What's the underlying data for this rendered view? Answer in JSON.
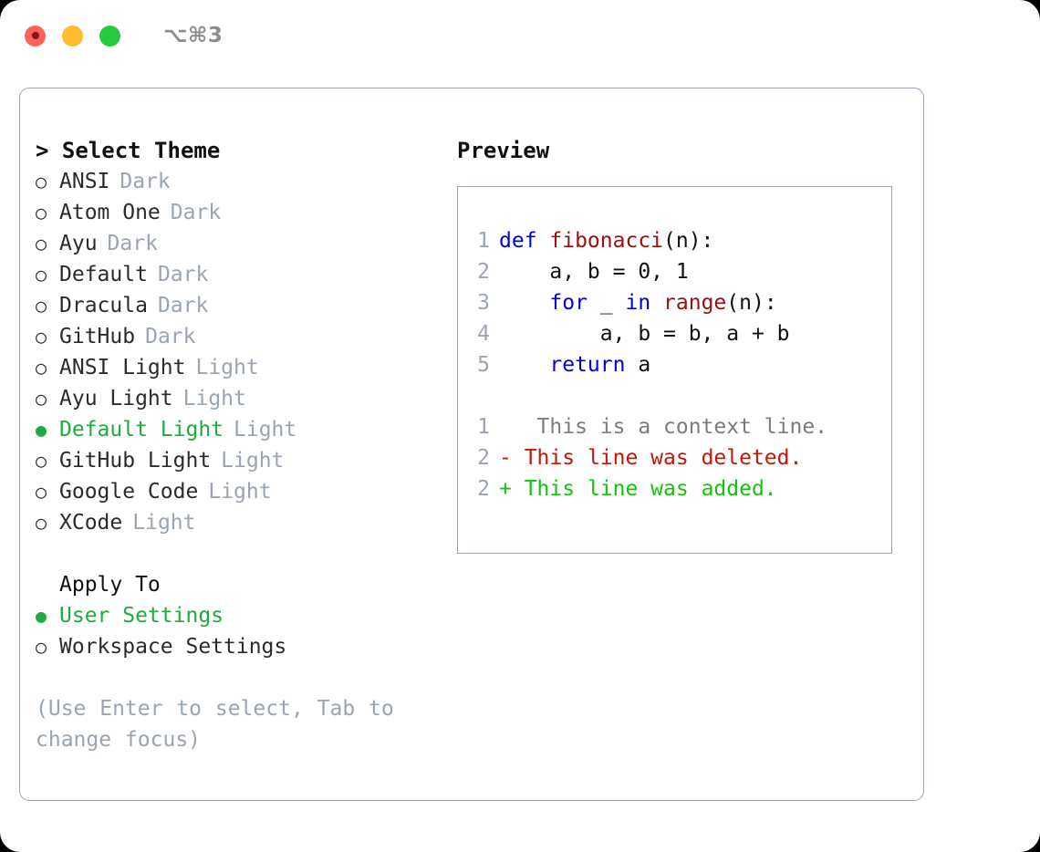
{
  "window": {
    "shortcut_label": "⌥⌘3",
    "traffic_lights": [
      {
        "name": "close",
        "color": "#ff6059"
      },
      {
        "name": "minimize",
        "color": "#ffbd2e"
      },
      {
        "name": "zoom",
        "color": "#27c93f"
      }
    ]
  },
  "colors": {
    "accent_green": "#1fab3f",
    "muted_gray": "#9aa5b1",
    "keyword_blue": "#0000dd",
    "function_red": "#9b0f0f",
    "diff_delete": "#c21807",
    "diff_add": "#12c40a",
    "border": "#9aa5b1"
  },
  "theme_list": {
    "header": "> Select Theme",
    "items": [
      {
        "marker": "○",
        "name": "ANSI",
        "category": "Dark",
        "selected": false
      },
      {
        "marker": "○",
        "name": "Atom One",
        "category": "Dark",
        "selected": false
      },
      {
        "marker": "○",
        "name": "Ayu",
        "category": "Dark",
        "selected": false
      },
      {
        "marker": "○",
        "name": "Default",
        "category": "Dark",
        "selected": false
      },
      {
        "marker": "○",
        "name": "Dracula",
        "category": "Dark",
        "selected": false
      },
      {
        "marker": "○",
        "name": "GitHub",
        "category": "Dark",
        "selected": false
      },
      {
        "marker": "○",
        "name": "ANSI Light",
        "category": "Light",
        "selected": false
      },
      {
        "marker": "○",
        "name": "Ayu Light",
        "category": "Light",
        "selected": false
      },
      {
        "marker": "●",
        "name": "Default Light",
        "category": "Light",
        "selected": true
      },
      {
        "marker": "○",
        "name": "GitHub Light",
        "category": "Light",
        "selected": false
      },
      {
        "marker": "○",
        "name": "Google Code",
        "category": "Light",
        "selected": false
      },
      {
        "marker": "○",
        "name": "XCode",
        "category": "Light",
        "selected": false
      }
    ]
  },
  "apply_to": {
    "header": "Apply To",
    "options": [
      {
        "marker": "●",
        "label": "User Settings",
        "selected": true
      },
      {
        "marker": "○",
        "label": "Workspace Settings",
        "selected": false
      }
    ]
  },
  "help_text": "(Use Enter to select, Tab to change focus)",
  "preview": {
    "header": "Preview",
    "code_lines": [
      {
        "lineno": "1",
        "tokens": [
          {
            "text": "def ",
            "type": "keyword"
          },
          {
            "text": "fibonacci",
            "type": "function"
          },
          {
            "text": "(n):",
            "type": "plain"
          }
        ]
      },
      {
        "lineno": "2",
        "tokens": [
          {
            "text": "    a, b = 0, 1",
            "type": "plain"
          }
        ]
      },
      {
        "lineno": "3",
        "tokens": [
          {
            "text": "    ",
            "type": "plain"
          },
          {
            "text": "for",
            "type": "keyword"
          },
          {
            "text": " _ ",
            "type": "plain"
          },
          {
            "text": "in",
            "type": "keyword"
          },
          {
            "text": " ",
            "type": "plain"
          },
          {
            "text": "range",
            "type": "function"
          },
          {
            "text": "(n):",
            "type": "plain"
          }
        ]
      },
      {
        "lineno": "4",
        "tokens": [
          {
            "text": "        a, b = b, a + b",
            "type": "plain"
          }
        ]
      },
      {
        "lineno": "5",
        "tokens": [
          {
            "text": "    ",
            "type": "plain"
          },
          {
            "text": "return",
            "type": "keyword"
          },
          {
            "text": " a",
            "type": "plain"
          }
        ]
      }
    ],
    "diff_lines": [
      {
        "lineno": "1",
        "sign": " ",
        "text": "  This is a context line.",
        "type": "context"
      },
      {
        "lineno": "2",
        "sign": "-",
        "text": " This line was deleted.",
        "type": "delete"
      },
      {
        "lineno": "2",
        "sign": "+",
        "text": " This line was added.",
        "type": "add"
      }
    ]
  }
}
